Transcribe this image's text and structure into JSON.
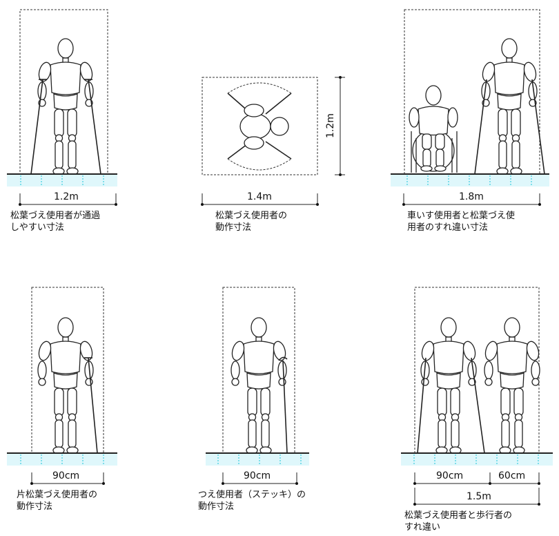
{
  "panels": [
    {
      "id": "p1",
      "dimension": "1.2m",
      "caption_lines": [
        "松葉づえ使用者が通過",
        "しやすい寸法"
      ]
    },
    {
      "id": "p2",
      "dimension_horizontal": "1.4m",
      "dimension_vertical": "1.2m",
      "caption_lines": [
        "松葉づえ使用者の",
        "動作寸法"
      ]
    },
    {
      "id": "p3",
      "dimension": "1.8m",
      "caption_lines": [
        "車いす使用者と松葉づえ使",
        "用者のすれ違い寸法"
      ]
    },
    {
      "id": "p4",
      "dimension": "90cm",
      "caption_lines": [
        "片松葉づえ使用者の",
        "動作寸法"
      ]
    },
    {
      "id": "p5",
      "dimension": "90cm",
      "caption_lines": [
        "つえ使用者（ステッキ）の",
        "動作寸法"
      ]
    },
    {
      "id": "p6",
      "dimension_left": "90cm",
      "dimension_right": "60cm",
      "dimension_total": "1.5m",
      "caption_lines": [
        "松葉づえ使用者と歩行者の",
        "すれ違い"
      ]
    }
  ],
  "colors": {
    "floor": "#dff7fb",
    "floor_tick": "#19c4da",
    "line": "#222222"
  }
}
